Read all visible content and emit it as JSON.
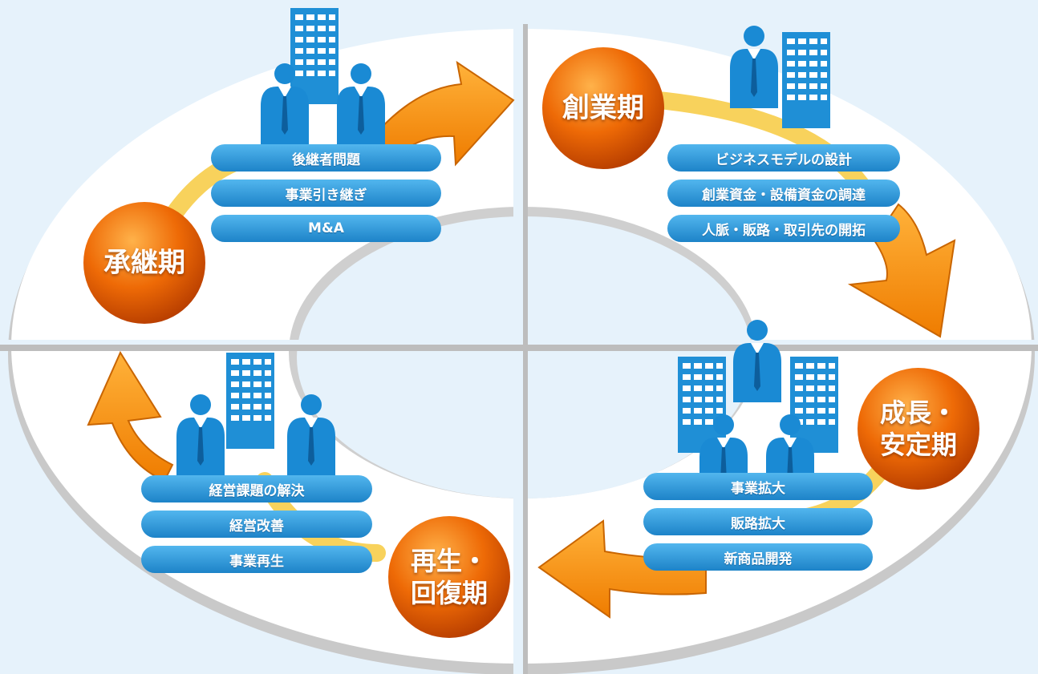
{
  "phases": {
    "sogyo": {
      "label": "創業期",
      "items": [
        "ビジネスモデルの設計",
        "創業資金・設備資金の調達",
        "人脈・販路・取引先の開拓"
      ]
    },
    "seicho": {
      "label_line1": "成長・",
      "label_line2": "安定期",
      "items": [
        "事業拡大",
        "販路拡大",
        "新商品開発"
      ]
    },
    "saisei": {
      "label_line1": "再生・",
      "label_line2": "回復期",
      "items": [
        "経営課題の解決",
        "経営改善",
        "事業再生"
      ]
    },
    "shokei": {
      "label": "承継期",
      "items": [
        "後継者問題",
        "事業引き継ぎ",
        "M&A"
      ]
    }
  },
  "colors": {
    "background": "#e6f2fb",
    "ring": "#ffffff",
    "ring_shadow": "#bdbdbd",
    "arrow": "#f08a00",
    "arrow_dark": "#b85a00",
    "path": "#f8d25c",
    "circle": "#e86a00",
    "pill": "#2d93d3",
    "icon": "#1a8ad4"
  }
}
